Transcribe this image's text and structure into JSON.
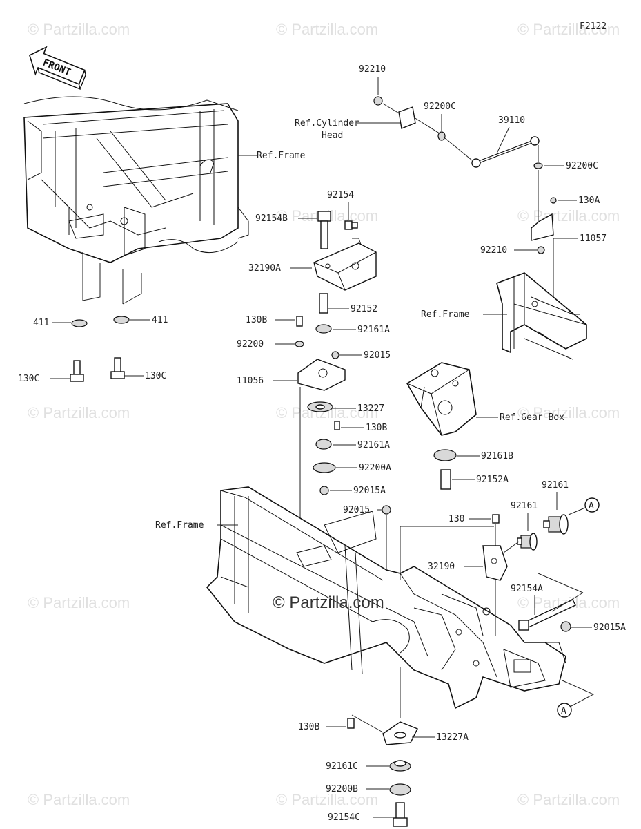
{
  "diagram": {
    "figure_code": "F2122",
    "front_label": "FRONT",
    "copyright": "© Partzilla.com",
    "watermark": "© Partzilla.com",
    "callout_marker": "A",
    "refs": {
      "frame": "Ref.Frame",
      "cylinder_head_1": "Ref.Cylinder",
      "cylinder_head_2": "Head",
      "gear_box": "Ref.Gear Box"
    },
    "parts": {
      "p92210_top": "92210",
      "p92200C_a": "92200C",
      "p39110": "39110",
      "p92200C_b": "92200C",
      "p130A": "130A",
      "p11057": "11057",
      "p92210_b": "92210",
      "p92154": "92154",
      "p92154B": "92154B",
      "p32190A": "32190A",
      "p92152": "92152",
      "p130B_a": "130B",
      "p92161A_a": "92161A",
      "p92200": "92200",
      "p92015_a": "92015",
      "p11056": "11056",
      "p13227": "13227",
      "p130B_b": "130B",
      "p92161A_b": "92161A",
      "p92200A": "92200A",
      "p92015A_a": "92015A",
      "p92015_b": "92015",
      "p92161B": "92161B",
      "p92152A": "92152A",
      "p411_a": "411",
      "p411_b": "411",
      "p130C_a": "130C",
      "p130C_b": "130C",
      "p92161_a": "92161",
      "p92161_b": "92161",
      "p130": "130",
      "p32190": "32190",
      "p92154A": "92154A",
      "p92015A_b": "92015A",
      "p13227A": "13227A",
      "p130B_c": "130B",
      "p92161C": "92161C",
      "p92200B": "92200B",
      "p92154C": "92154C"
    }
  }
}
